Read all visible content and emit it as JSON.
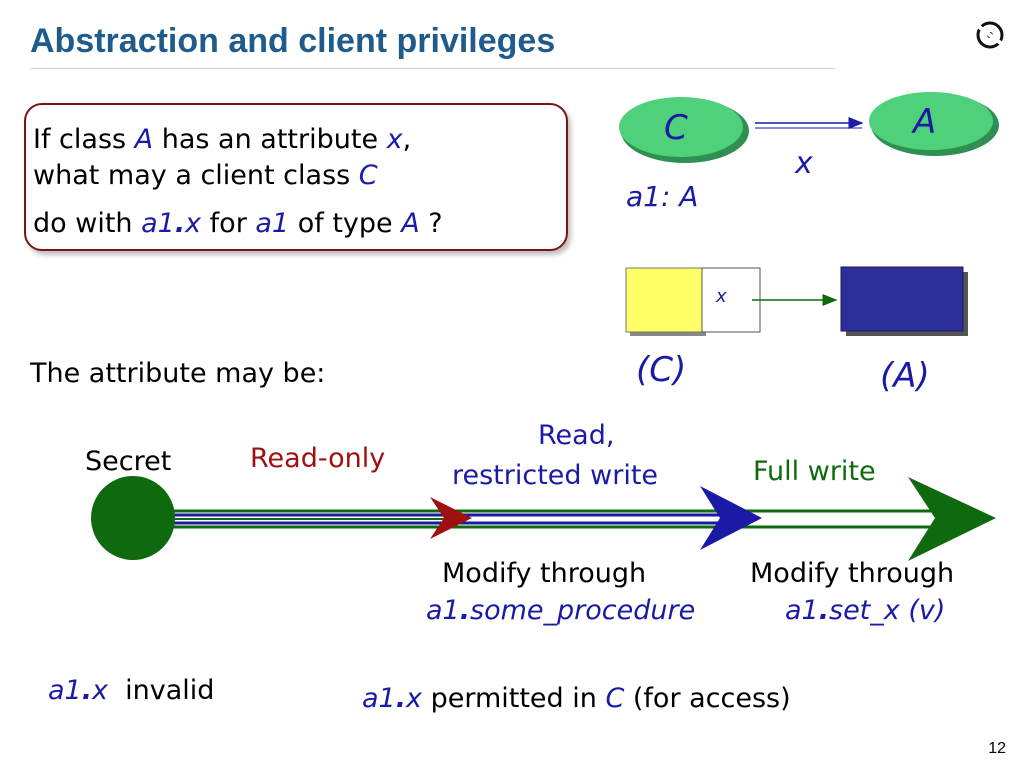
{
  "slide": {
    "title": "Abstraction and client privileges",
    "page_number": "12"
  },
  "question": {
    "line1_a": "If class ",
    "line1_class": "A",
    "line1_b": " has an attribute ",
    "line1_attr": "x",
    "line1_c": ",",
    "line2_a": "what may a client class ",
    "line2_class": "C",
    "line3_a": "do with ",
    "line3_expr_obj": "a1",
    "line3_dot": ".",
    "line3_expr_attr": "x",
    "line3_b": "  for ",
    "line3_var": "a1",
    "line3_c": " of type ",
    "line3_type": "A",
    "line3_d": " ?"
  },
  "class_diagram": {
    "client_class": "C",
    "supplier_class": "A",
    "edge_label": "x",
    "decl": "a1: A"
  },
  "object_diagram": {
    "field_label": "x",
    "client_caption": "(C)",
    "supplier_caption": "(A)",
    "client_color": "#ffff66",
    "supplier_color": "#2e2e9a"
  },
  "intro": "The attribute may be:",
  "levels": {
    "secret": "Secret",
    "read_only": "Read-only",
    "restricted_1": "Read,",
    "restricted_2": "restricted write",
    "full_write": "Full write"
  },
  "notes": {
    "modify1": "Modify through",
    "proc1_obj": "a1",
    "proc1_name": "some_procedure",
    "modify2": "Modify through",
    "proc2_obj": "a1",
    "proc2_name": "set_x",
    "proc2_arg_open": " (",
    "proc2_arg": "v",
    "proc2_arg_close": ")",
    "invalid_obj": "a1",
    "invalid_attr": "x",
    "invalid_text": "invalid",
    "permitted_obj": "a1",
    "permitted_attr": "x",
    "permitted_a": "  permitted in ",
    "permitted_class": "C",
    "permitted_b": " (for access)"
  },
  "colors": {
    "title": "#1f5c8c",
    "read_only": "#a01010",
    "restricted": "#1a1aa6",
    "full_write": "#0f6a0f",
    "ellipse_fill": "#4fd07a"
  }
}
